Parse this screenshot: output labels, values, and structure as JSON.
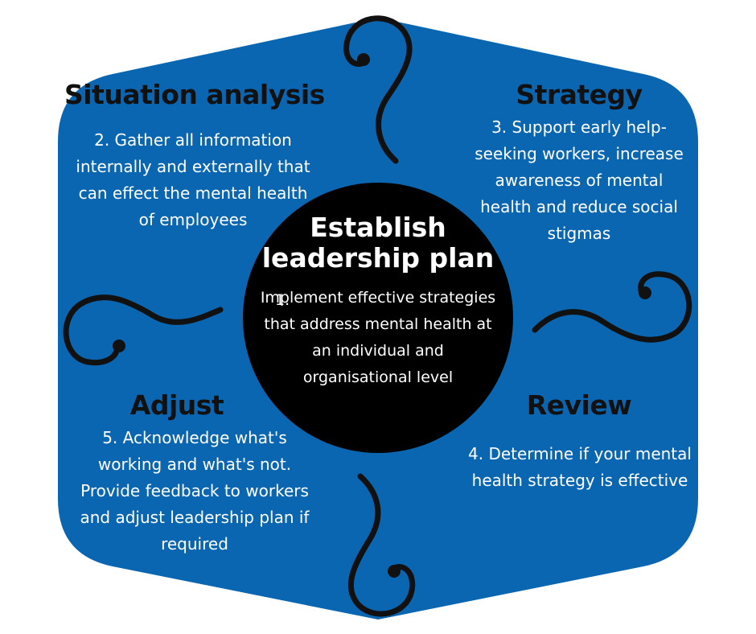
{
  "colors": {
    "hexagon": "#0a66b0",
    "center": "#000000",
    "heading": "#111111",
    "text": "#ffffff",
    "swirl": "#111111"
  },
  "center": {
    "title_line1": "Establish",
    "title_line2": "leadership plan",
    "step_number": "1.",
    "step_text": "Implement effective strategies that address mental health at an individual and organisational level"
  },
  "situation": {
    "heading": "Situation analysis",
    "text": "2. Gather all information internally and externally that can effect the mental health of employees"
  },
  "strategy": {
    "heading": "Strategy",
    "text": "3. Support early help-seeking workers, increase awareness of mental health and reduce social stigmas"
  },
  "review": {
    "heading": "Review",
    "text": "4. Determine if your mental health strategy is effective"
  },
  "adjust": {
    "heading": "Adjust",
    "text": "5. Acknowledge what's working and what's not. Provide feedback to workers and adjust leadership plan if required"
  }
}
